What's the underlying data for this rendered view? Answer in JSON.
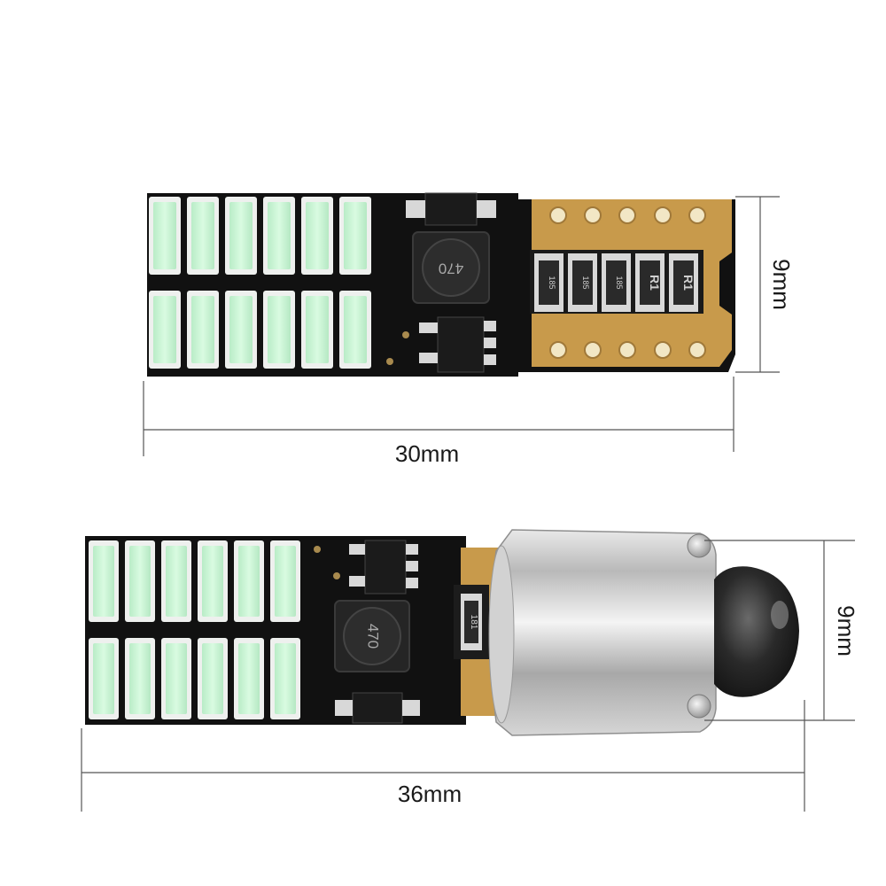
{
  "top_bulb": {
    "width_label": "30mm",
    "height_label": "9mm",
    "chip_labels": [
      "470",
      "185",
      "185",
      "185",
      "R1",
      "R1"
    ]
  },
  "bottom_bulb": {
    "width_label": "36mm",
    "height_label": "9mm",
    "chip_labels": [
      "470",
      "181"
    ]
  },
  "colors": {
    "pcb": "#111111",
    "led": "#c9f2d2",
    "led_frame": "#eef0ee",
    "gold": "#c89a4b",
    "metal": "#c4c4c4",
    "dimension_line": "#555555"
  }
}
